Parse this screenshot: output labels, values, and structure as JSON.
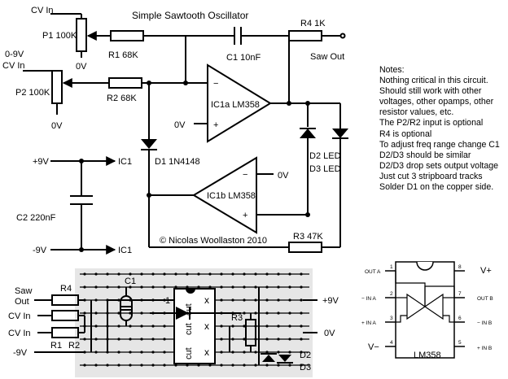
{
  "title": "Simple Sawtooth Oscillator",
  "labels": {
    "cv_in_1": "CV In",
    "cv_range": "0-9V",
    "cv_in_2": "CV In",
    "p1": "P1 100K",
    "p2": "P2 100K",
    "zero_v_p1": "0V",
    "zero_v_p2": "0V",
    "r1": "R1 68K",
    "r2": "R2 68K",
    "c1": "C1 10nF",
    "r4": "R4 1K",
    "saw_out": "Saw Out",
    "ic1a": "IC1a LM358",
    "zero_v_ic1a": "0V",
    "minus": "−",
    "plus": "+",
    "d1": "D1 1N4148",
    "d2": "D2 LED",
    "d3": "D3 LED",
    "ic1b": "IC1b LM358",
    "zero_v_ic1b": "0V",
    "r3": "R3 47K",
    "copyright": "© Nicolas Woollaston 2010",
    "plus9v": "+9V",
    "minus9v": "-9V",
    "ic1_top": "IC1",
    "ic1_bottom": "IC1",
    "c2": "C2 220nF"
  },
  "notes": {
    "heading": "Notes:",
    "lines": [
      "Nothing critical in this circuit.",
      "Should still work with other",
      "voltages, other opamps, other",
      "resistor values, etc.",
      "The P2/R2 input is optional",
      "R4 is optional",
      "To adjust freq range change C1",
      "D2/D3 should be similar",
      "D2/D3 drop sets output voltage",
      "Just cut 3 stripboard tracks",
      "Solder D1 on the copper side."
    ]
  },
  "stripboard": {
    "saw": "Saw",
    "out": "Out",
    "cv_in_1": "CV In",
    "cv_in_2": "CV In",
    "minus9v": "-9V",
    "r4": "R4",
    "c1": "C1",
    "r1": "R1",
    "r2": "R2",
    "r3": "R3",
    "pin1": "1",
    "cut": "cut",
    "x": "x",
    "plus9v": "+9V",
    "zero_v": "0V",
    "d2": "D2",
    "d3": "D3"
  },
  "pinout": {
    "out_a": "OUT A",
    "in_minus_a": "− IN A",
    "in_plus_a": "+ IN A",
    "v_minus": "V−",
    "v_plus": "V+",
    "out_b": "OUT B",
    "in_minus_b": "− IN B",
    "in_plus_b": "+ IN B",
    "pins": [
      "1",
      "2",
      "3",
      "4",
      "5",
      "6",
      "7",
      "8"
    ],
    "chip": "LM358"
  }
}
